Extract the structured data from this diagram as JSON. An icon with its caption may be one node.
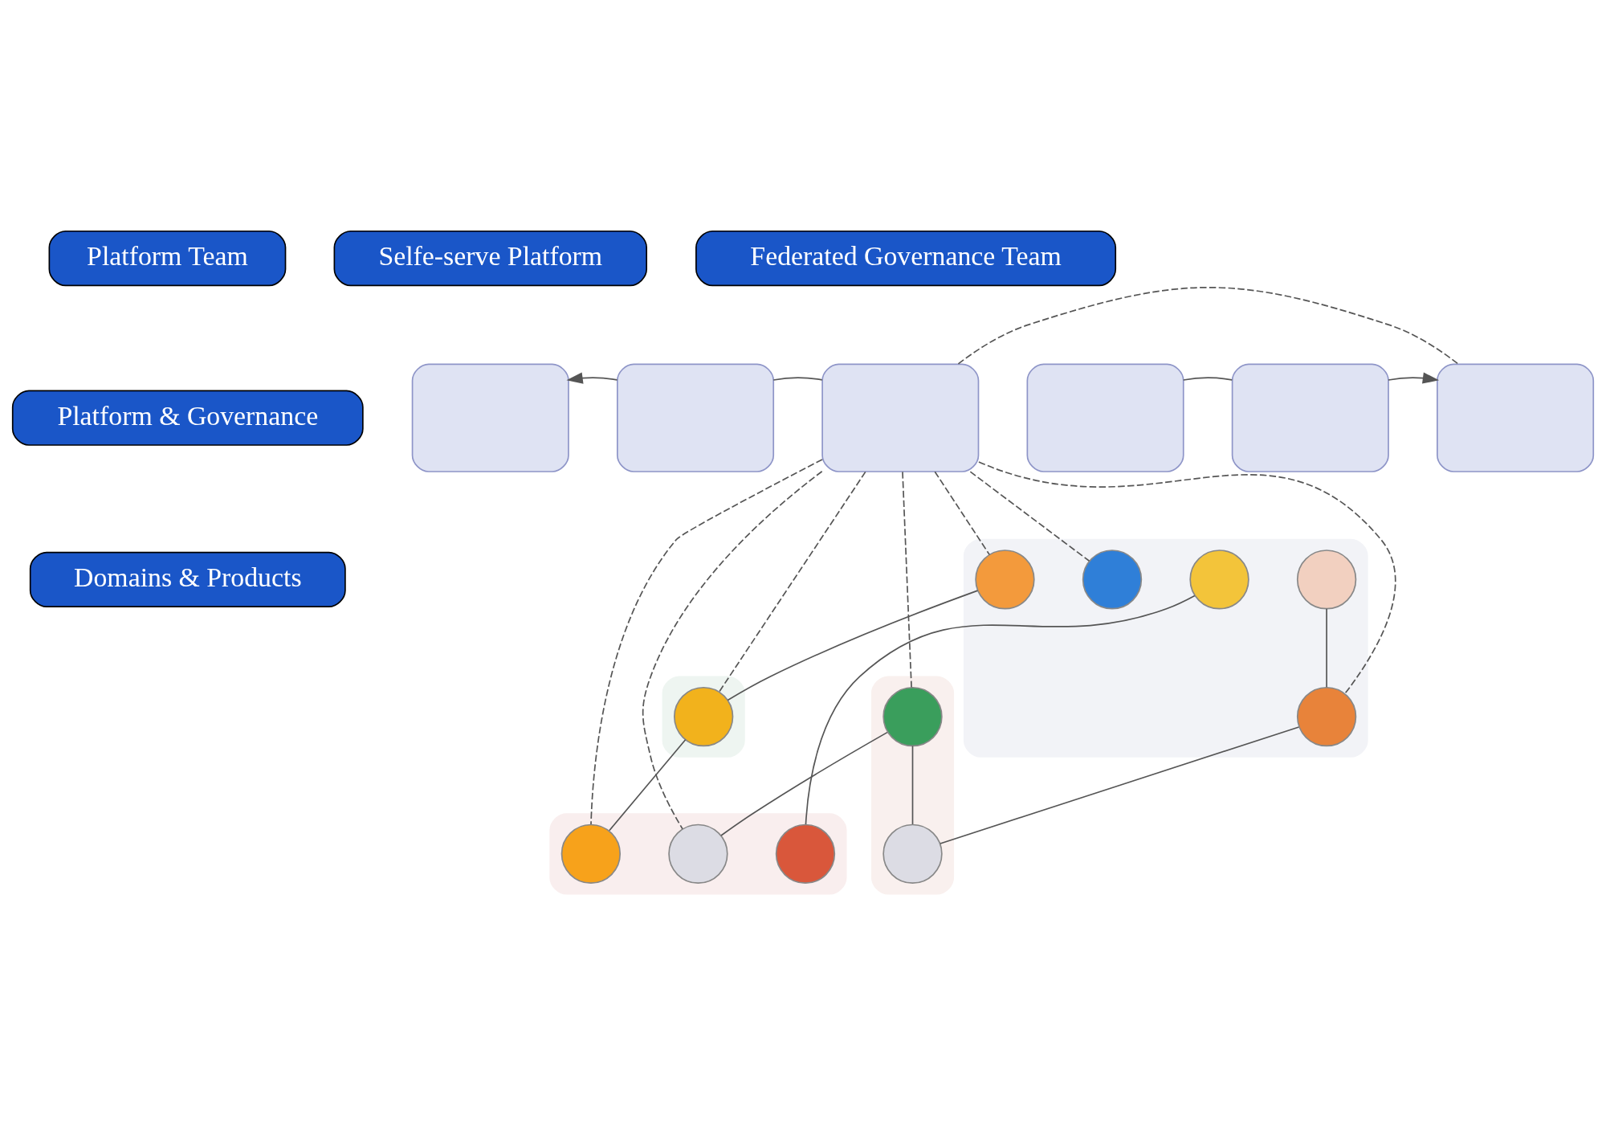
{
  "diagram": {
    "nodes": [
      {
        "text": [
          "Platform Team"
        ]
      },
      {
        "text": [
          "Selfe-serve Platform"
        ]
      },
      {
        "text": [
          "Federated Governance Team"
        ]
      },
      {
        "text": [
          "Platform & Governance"
        ]
      },
      {
        "text": [],
        "shape": "box"
      },
      {
        "text": [],
        "shape": "box"
      },
      {
        "text": [],
        "shape": "box"
      },
      {
        "text": [],
        "shape": "box"
      },
      {
        "text": [],
        "shape": "box"
      },
      {
        "text": [],
        "shape": "box"
      },
      {
        "text": [
          "Domains & Products"
        ]
      },
      {
        "text": [],
        "shape": "ellipse"
      },
      {
        "text": [],
        "shape": "circle",
        "in": 11
      },
      {
        "text": [],
        "shape": "circle",
        "in": 11
      },
      {
        "text": [],
        "shape": "circle",
        "in": 11
      },
      {
        "text": [],
        "shape": "circle",
        "in": 11
      },
      {
        "text": [],
        "shape": "circle",
        "in": 11
      },
      {
        "text": [],
        "shape": "ellipse"
      },
      {
        "text": [],
        "shape": "circle",
        "in": 17
      },
      {
        "text": [],
        "shape": "ellipse"
      },
      {
        "text": [],
        "shape": "circle",
        "in": 19
      },
      {
        "text": [],
        "shape": "circle",
        "in": 19
      },
      {
        "text": [],
        "shape": "ellipse"
      },
      {
        "text": [],
        "shape": "circle",
        "in": 22
      },
      {
        "text": [],
        "shape": "circle",
        "in": 22
      },
      {
        "text": [],
        "shape": "circle",
        "in": 22
      }
    ],
    "edges": [
      {
        "from": 6,
        "to": 5,
        "arrow": "none"
      },
      {
        "from": 5,
        "to": 4,
        "arrow": "to"
      },
      {
        "from": 7,
        "to": 8,
        "arrow": "none"
      },
      {
        "from": 8,
        "to": 9,
        "arrow": "to"
      },
      {
        "from": 6,
        "to": 12,
        "arrow": "none",
        "style": "dashed"
      },
      {
        "from": 6,
        "to": 14,
        "arrow": "none",
        "style": "dashed"
      },
      {
        "from": 6,
        "to": 15,
        "arrow": "none",
        "style": "dashed"
      },
      {
        "from": 6,
        "to": 18,
        "arrow": "none",
        "style": "dashed"
      },
      {
        "from": 6,
        "to": 20,
        "arrow": "none",
        "style": "dashed"
      },
      {
        "from": 6,
        "to": 24,
        "arrow": "none",
        "style": "dashed"
      },
      {
        "from": 6,
        "to": 23,
        "arrow": "none",
        "style": "dashed"
      },
      {
        "from": 9,
        "to": 6,
        "arrow": "none",
        "style": "dashed"
      },
      {
        "from": 12,
        "to": 18,
        "arrow": "none"
      },
      {
        "from": 13,
        "to": 15,
        "arrow": "none"
      },
      {
        "from": 15,
        "to": 21,
        "arrow": "none"
      },
      {
        "from": 16,
        "to": 25,
        "arrow": "none"
      },
      {
        "from": 18,
        "to": 23,
        "arrow": "none"
      },
      {
        "from": 20,
        "to": 24,
        "arrow": "none"
      },
      {
        "from": 20,
        "to": 21,
        "arrow": "none"
      }
    ]
  }
}
